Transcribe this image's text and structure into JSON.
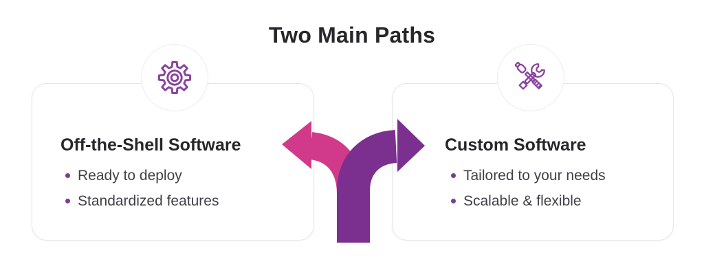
{
  "title": "Two Main Paths",
  "cards": {
    "left": {
      "title": "Off-the-Shell Software",
      "icon": "gear-icon",
      "bullets": [
        "Ready to deploy",
        "Standardized features"
      ]
    },
    "right": {
      "title": "Custom Software",
      "icon": "tools-icon",
      "bullets": [
        "Tailored to your needs",
        "Scalable & flexible"
      ]
    }
  },
  "arrow": {
    "type": "fork-two-way",
    "left_branch_color": "#d13a8a",
    "right_branch_color": "#7b2f8e"
  },
  "colors": {
    "pink_arrow": "#d13a8a",
    "purple_arrow": "#7b2f8e",
    "icon_stroke": "#8a449c",
    "bullet_dot": "#7d3c98",
    "title_text": "#27262a",
    "body_text": "#414048",
    "card_border": "#e5e4e7",
    "background": "#ffffff"
  }
}
